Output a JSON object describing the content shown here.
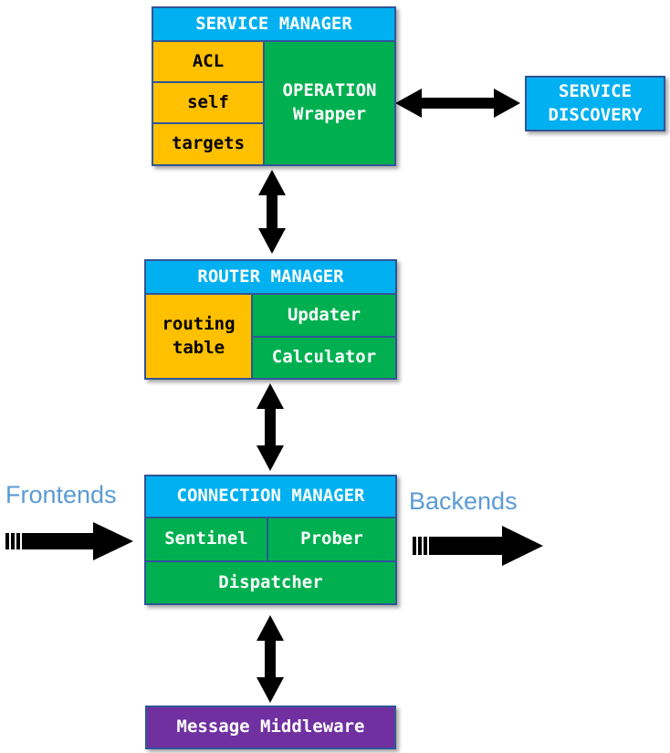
{
  "service_manager": {
    "title": "SERVICE MANAGER",
    "acl": "ACL",
    "self": "self",
    "targets": "targets",
    "operation_wrapper": "OPERATION\nWrapper"
  },
  "service_discovery": {
    "label": "SERVICE\nDISCOVERY"
  },
  "router_manager": {
    "title": "ROUTER MANAGER",
    "routing_table": "routing\ntable",
    "updater": "Updater",
    "calculator": "Calculator"
  },
  "connection_manager": {
    "title": "CONNECTION MANAGER",
    "sentinel": "Sentinel",
    "prober": "Prober",
    "dispatcher": "Dispatcher"
  },
  "message_middleware": {
    "label": "Message Middleware"
  },
  "labels": {
    "frontends": "Frontends",
    "backends": "Backends"
  },
  "colors": {
    "header_blue": "#00b0f0",
    "module_green": "#00b050",
    "data_orange": "#ffc000",
    "middleware_purple": "#7030a0",
    "label_blue": "#5b9bd5",
    "border": "#2f5597"
  }
}
